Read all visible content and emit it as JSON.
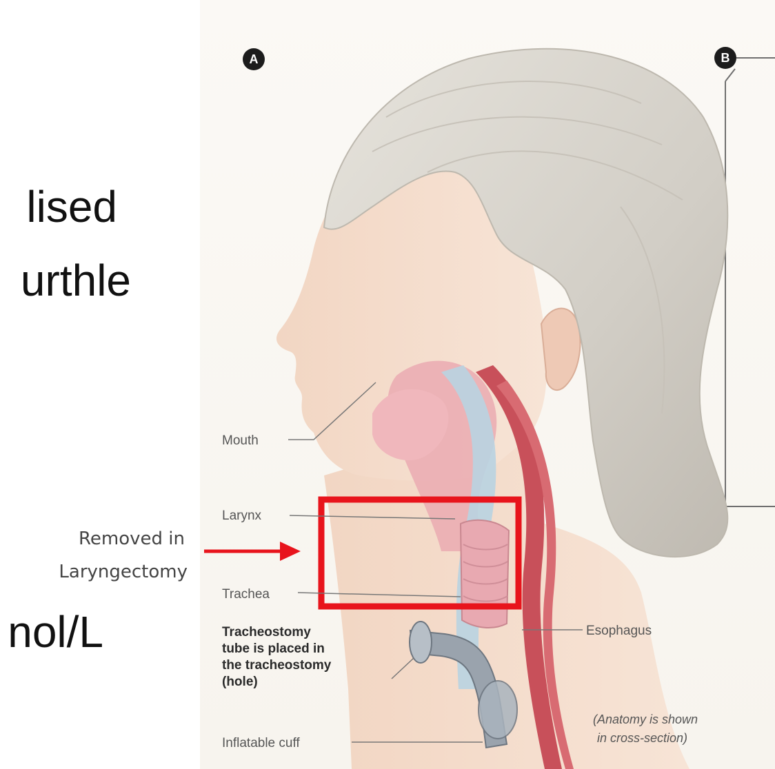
{
  "background_text": [
    "lised",
    "urthle",
    "nol/L"
  ],
  "panels": {
    "a": "A",
    "b": "B"
  },
  "labels": {
    "mouth": "Mouth",
    "larynx": "Larynx",
    "trachea": "Trachea",
    "tube": [
      "Tracheostomy",
      "tube is placed in",
      "the tracheostomy",
      "(hole)"
    ],
    "cuff": "Inflatable cuff",
    "esophagus": "Esophagus",
    "note": [
      "(Anatomy is shown",
      "in cross-section)"
    ]
  },
  "callout": [
    "Removed in",
    "Laryngectomy"
  ],
  "colors": {
    "highlight": "#e8141c",
    "skin": "#f4dccd",
    "hair": "#d6d3cc",
    "tissue": "#eaaab2",
    "vessel": "#c8505a"
  }
}
